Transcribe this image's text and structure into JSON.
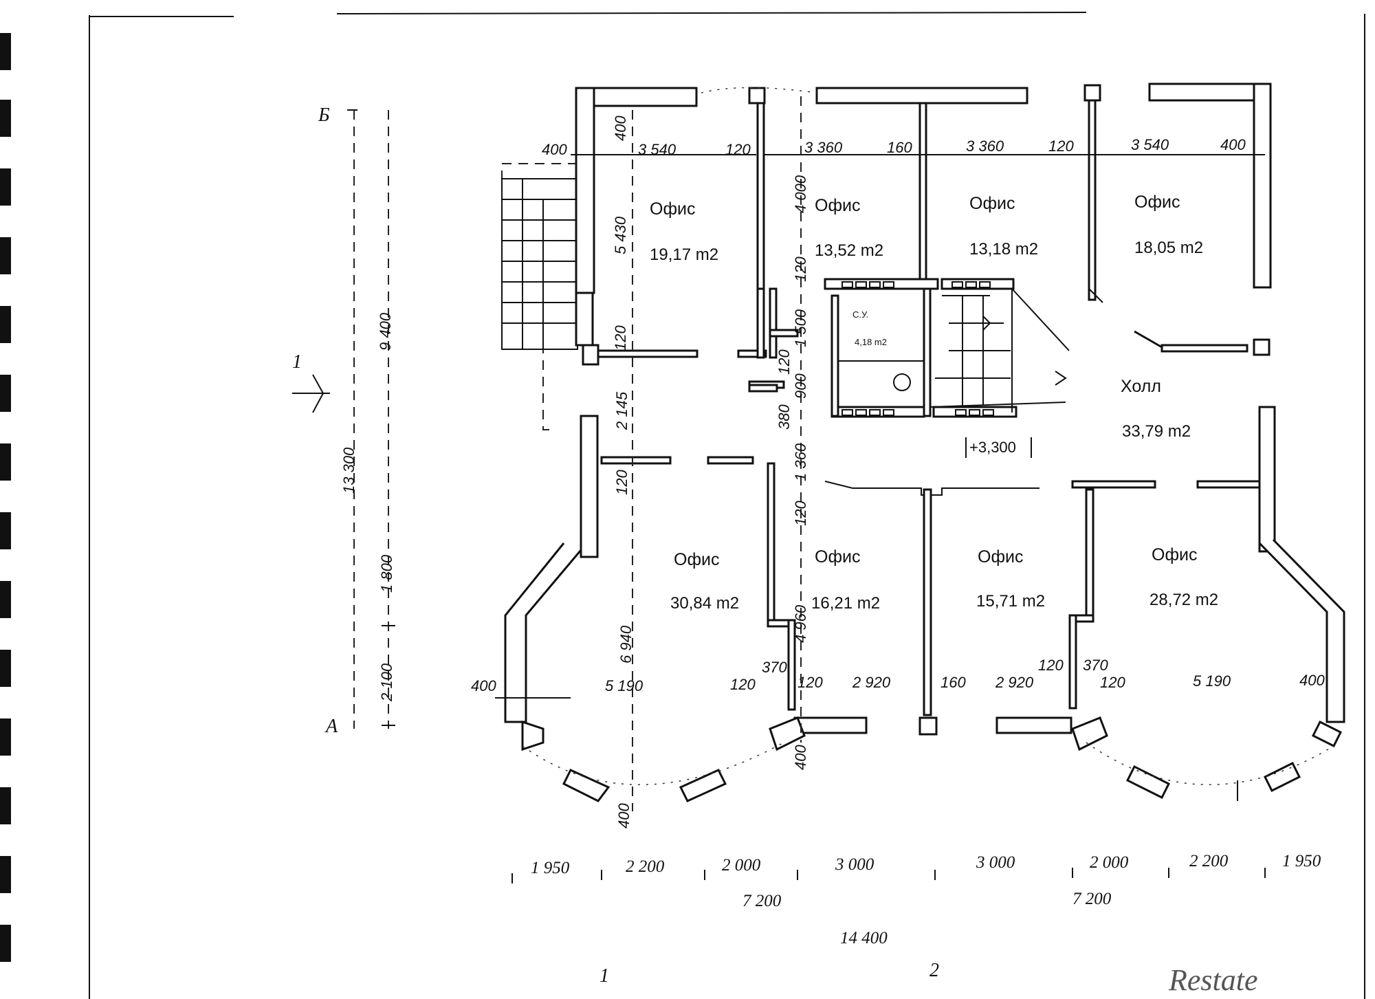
{
  "rooms": [
    {
      "name": "Офис",
      "area": "19,17 m2"
    },
    {
      "name": "Офис",
      "area": "13,52 m2"
    },
    {
      "name": "Офис",
      "area": "13,18 m2"
    },
    {
      "name": "Офис",
      "area": "18,05 m2"
    },
    {
      "name": "С.У.",
      "area": "4,18 m2"
    },
    {
      "name": "Холл",
      "area": "33,79 m2"
    },
    {
      "name": "Офис",
      "area": "30,84 m2"
    },
    {
      "name": "Офис",
      "area": "16,21 m2"
    },
    {
      "name": "Офис",
      "area": "15,71 m2"
    },
    {
      "name": "Офис",
      "area": "28,72 m2"
    }
  ],
  "level_mark": "+3,300",
  "axes": {
    "b": "Б",
    "a": "А",
    "section": "1",
    "col1": "1",
    "col2": "2"
  },
  "top_dims": [
    "400",
    "3 540",
    "120",
    "3 360",
    "160",
    "3 360",
    "120",
    "3 540",
    "400"
  ],
  "lower_dims": [
    "400",
    "5 190",
    "120",
    "370",
    "120",
    "2 920",
    "160",
    "2 920",
    "120",
    "370",
    "120",
    "5 190",
    "400"
  ],
  "vertical_dims_inner": [
    "400",
    "5 430",
    "120",
    "2 145",
    "120",
    "6 940",
    "400",
    "400"
  ],
  "vertical_dims_mid": [
    "4 000",
    "120",
    "1 500",
    "120",
    "900",
    "380",
    "1 360",
    "120",
    "4 960"
  ],
  "left_dims": [
    "9 400",
    "13 300",
    "1 800",
    "2 100"
  ],
  "bottom_dims_row1": [
    "1 950",
    "2 200",
    "2 000",
    "3 000",
    "3 000",
    "2 000",
    "2 200",
    "1 950"
  ],
  "bottom_dims_row2": [
    "7 200",
    "7 200"
  ],
  "bottom_dims_total": "14 400",
  "watermark": "Restate"
}
